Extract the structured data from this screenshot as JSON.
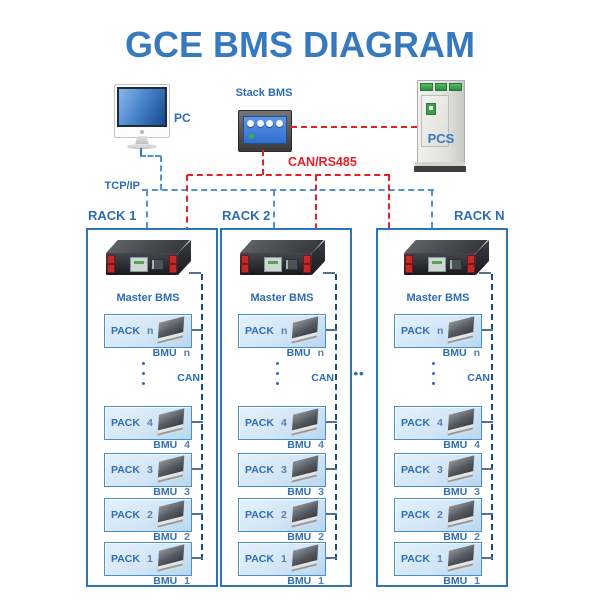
{
  "title": "GCE BMS DIAGRAM",
  "pc": {
    "label": "PC"
  },
  "stack_bms": {
    "label": "Stack BMS"
  },
  "pcs": {
    "label": "PCS"
  },
  "buses": {
    "tcpip_label": "TCP/IP",
    "can_rs485_label": "CAN/RS485"
  },
  "separator_dots": "•••",
  "racks": [
    {
      "label": "RACK 1",
      "master_label": "Master BMS",
      "can_label": "CAN",
      "packs": [
        {
          "pack_prefix": "PACK",
          "pack_num": "n",
          "bmu_prefix": "BMU",
          "bmu_num": "n"
        },
        {
          "pack_prefix": "PACK",
          "pack_num": "4",
          "bmu_prefix": "BMU",
          "bmu_num": "4"
        },
        {
          "pack_prefix": "PACK",
          "pack_num": "3",
          "bmu_prefix": "BMU",
          "bmu_num": "3"
        },
        {
          "pack_prefix": "PACK",
          "pack_num": "2",
          "bmu_prefix": "BMU",
          "bmu_num": "2"
        },
        {
          "pack_prefix": "PACK",
          "pack_num": "1",
          "bmu_prefix": "BMU",
          "bmu_num": "1"
        }
      ]
    },
    {
      "label": "RACK 2",
      "master_label": "Master BMS",
      "can_label": "CAN",
      "packs": [
        {
          "pack_prefix": "PACK",
          "pack_num": "n",
          "bmu_prefix": "BMU",
          "bmu_num": "n"
        },
        {
          "pack_prefix": "PACK",
          "pack_num": "4",
          "bmu_prefix": "BMU",
          "bmu_num": "4"
        },
        {
          "pack_prefix": "PACK",
          "pack_num": "3",
          "bmu_prefix": "BMU",
          "bmu_num": "3"
        },
        {
          "pack_prefix": "PACK",
          "pack_num": "2",
          "bmu_prefix": "BMU",
          "bmu_num": "2"
        },
        {
          "pack_prefix": "PACK",
          "pack_num": "1",
          "bmu_prefix": "BMU",
          "bmu_num": "1"
        }
      ]
    },
    {
      "label": "RACK N",
      "master_label": "Master BMS",
      "can_label": "CAN",
      "packs": [
        {
          "pack_prefix": "PACK",
          "pack_num": "n",
          "bmu_prefix": "BMU",
          "bmu_num": "n"
        },
        {
          "pack_prefix": "PACK",
          "pack_num": "4",
          "bmu_prefix": "BMU",
          "bmu_num": "4"
        },
        {
          "pack_prefix": "PACK",
          "pack_num": "3",
          "bmu_prefix": "BMU",
          "bmu_num": "3"
        },
        {
          "pack_prefix": "PACK",
          "pack_num": "2",
          "bmu_prefix": "BMU",
          "bmu_num": "2"
        },
        {
          "pack_prefix": "PACK",
          "pack_num": "1",
          "bmu_prefix": "BMU",
          "bmu_num": "1"
        }
      ]
    }
  ],
  "colors": {
    "title_blue": "#3779BF",
    "label_blue": "#2E6DB4",
    "num_blue": "#5580B0",
    "line_blue": "#4E94CE",
    "rack_border_blue": "#2E75B6",
    "signal_red": "#E32227",
    "can_line_navy": "#1B4A7E",
    "pack_fill_light": "#D3E6F6",
    "pack_border_blue": "#4A90C8"
  }
}
